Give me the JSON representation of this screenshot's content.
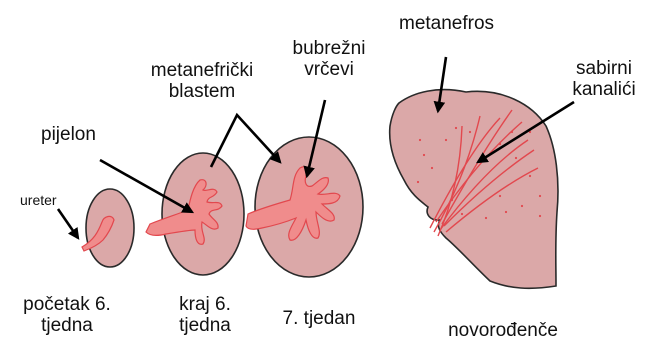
{
  "labels": {
    "ureter": "ureter",
    "pijelon": "pijelon",
    "metanefricki_1": "metanefrički",
    "metanefricki_2": "blastem",
    "bubrezni_1": "bubrežni",
    "bubrezni_2": "vrčevi",
    "metanefros": "metanefros",
    "sabirni_1": "sabirni",
    "sabirni_2": "kanalići"
  },
  "stages": [
    {
      "line1": "početak 6.",
      "line2": "tjedna"
    },
    {
      "line1": "kraj 6.",
      "line2": "tjedna"
    },
    {
      "line1": "7. tjedan",
      "line2": ""
    },
    {
      "line1": "novorođenče",
      "line2": ""
    }
  ],
  "colors": {
    "tissue_fill": "#dba8a8",
    "tissue_stroke": "#2a2a2a",
    "duct_fill": "#f08c8c",
    "duct_red": "#e2484e",
    "arrow": "#000000"
  }
}
